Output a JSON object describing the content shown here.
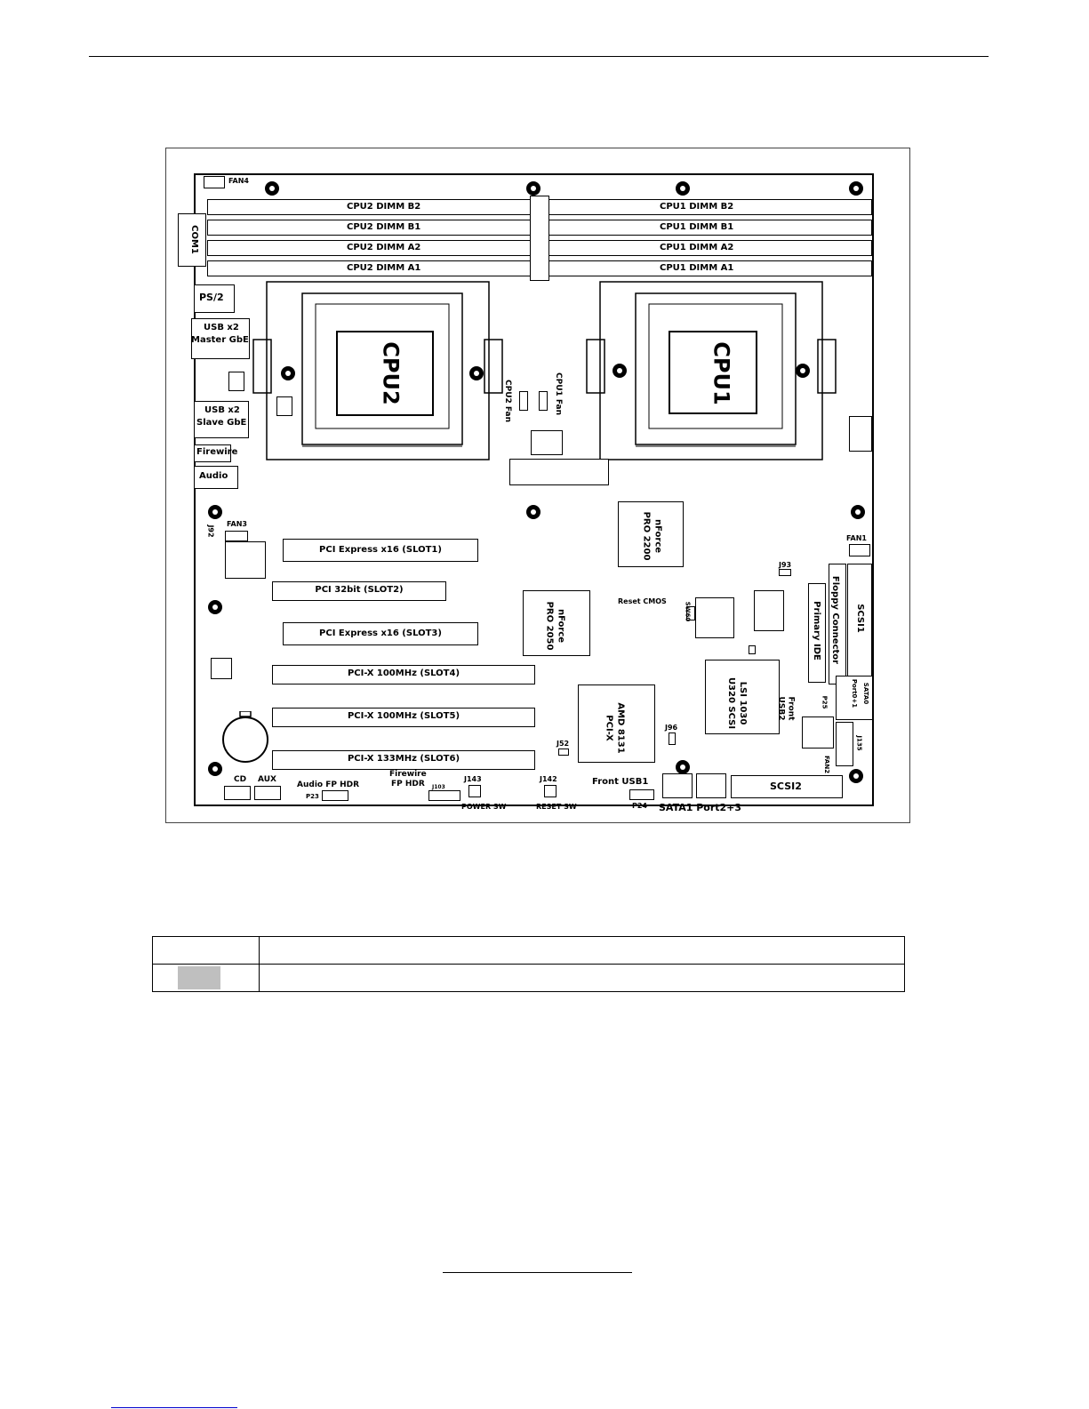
{
  "diagram": {
    "memory": {
      "cpu2_dimms": [
        "CPU2 DIMM B2",
        "CPU2 DIMM B1",
        "CPU2 DIMM A2",
        "CPU2 DIMM A1"
      ],
      "cpu1_dimms": [
        "CPU1 DIMM B2",
        "CPU1 DIMM B1",
        "CPU1 DIMM A2",
        "CPU1 DIMM A1"
      ]
    },
    "fan4": "FAN4",
    "com1": "COM1",
    "io": {
      "ps2": "PS/2",
      "usb_master_1": "USB x2",
      "usb_master_2": "Master GbE",
      "usb_slave_1": "USB x2",
      "usb_slave_2": "Slave GbE",
      "firewire": "Firewire",
      "audio": "Audio"
    },
    "cpu2": "CPU2",
    "cpu1": "CPU1",
    "cpu2_fan": "CPU2 Fan",
    "cpu1_fan": "CPU1 Fan",
    "nforce2200_1": "nForce",
    "nforce2200_2": "PRO 2200",
    "nforce2050_1": "nForce",
    "nforce2050_2": "PRO 2050",
    "amd8131_1": "AMD 8131",
    "amd8131_2": "PCI-X",
    "lsi_1": "LSI 1030",
    "lsi_2": "U320 SCSI",
    "slots": [
      "PCI Express x16 (SLOT1)",
      "PCI 32bit (SLOT2)",
      "PCI Express x16 (SLOT3)",
      "PCI-X 100MHz (SLOT4)",
      "PCI-X 100MHz (SLOT5)",
      "PCI-X 133MHz (SLOT6)"
    ],
    "fan3": "FAN3",
    "j92": "J92",
    "fan1": "FAN1",
    "j93": "J93",
    "floppy": "Floppy Connector",
    "primary_ide": "Primary IDE",
    "scsi1": "SCSI1",
    "reset_cmos": "Reset CMOS",
    "sw60": "SW60",
    "sata0": "SATA0",
    "port01": "Port0+1",
    "p25": "P25",
    "front_usb2_1": "Front",
    "front_usb2_2": "USB2",
    "j135": "J135",
    "fan2": "FAN2",
    "j52": "J52",
    "j96": "J96",
    "cd": "CD",
    "aux": "AUX",
    "audio_fp": "Audio FP HDR",
    "p23": "P23",
    "firewire_fp_1": "Firewire",
    "firewire_fp_2": "FP HDR",
    "j103": "J103",
    "j143": "J143",
    "power_sw": "POWER SW",
    "j142": "J142",
    "reset_sw": "RESET SW",
    "front_usb1": "Front USB1",
    "p24": "P24",
    "sata1": "SATA1 Port2+3",
    "scsi2": "SCSI2"
  },
  "legend_table": {
    "rows": [
      [
        "",
        ""
      ],
      [
        "",
        ""
      ]
    ]
  }
}
